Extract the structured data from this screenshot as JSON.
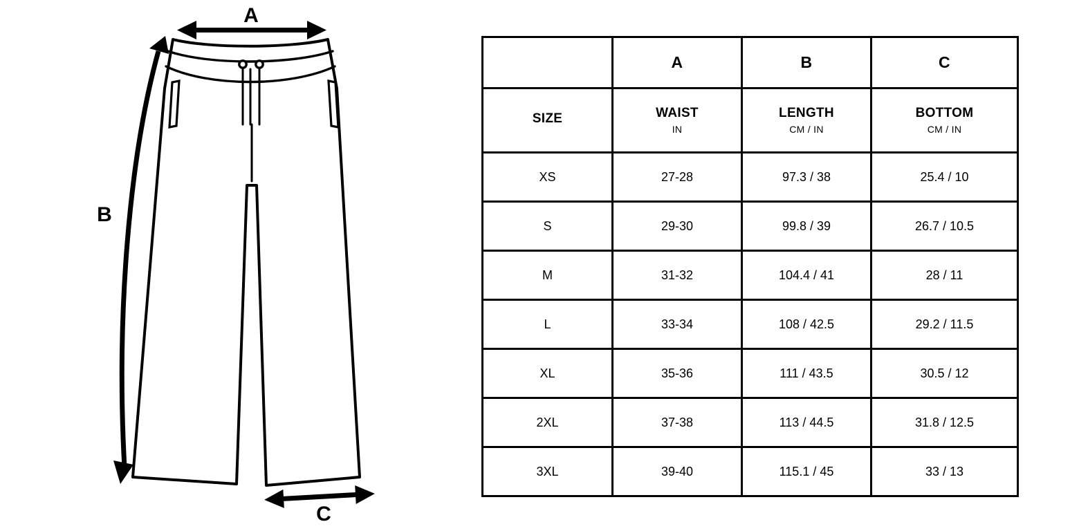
{
  "illustration": {
    "title": "wide-leg-sweatpants-technical-drawing",
    "measure_labels": {
      "a": "A",
      "b": "B",
      "c": "C"
    },
    "colors": {
      "stroke": "#000000",
      "fill": "#ffffff",
      "background": "#ffffff"
    }
  },
  "table": {
    "letter_row": [
      "",
      "A",
      "B",
      "C"
    ],
    "name_row": [
      {
        "main": "SIZE",
        "unit": ""
      },
      {
        "main": "WAIST",
        "unit": "IN"
      },
      {
        "main": "LENGTH",
        "unit": "CM / IN"
      },
      {
        "main": "BOTTOM",
        "unit": "CM / IN"
      }
    ],
    "rows": [
      {
        "size": "XS",
        "waist": "27-28",
        "length": "97.3 / 38",
        "bottom": "25.4 / 10"
      },
      {
        "size": "S",
        "waist": "29-30",
        "length": "99.8 / 39",
        "bottom": "26.7 / 10.5"
      },
      {
        "size": "M",
        "waist": "31-32",
        "length": "104.4 / 41",
        "bottom": "28 / 11"
      },
      {
        "size": "L",
        "waist": "33-34",
        "length": "108 / 42.5",
        "bottom": "29.2 / 11.5"
      },
      {
        "size": "XL",
        "waist": "35-36",
        "length": "111 / 43.5",
        "bottom": "30.5 / 12"
      },
      {
        "size": "2XL",
        "waist": "37-38",
        "length": "113 / 44.5",
        "bottom": "31.8 / 12.5"
      },
      {
        "size": "3XL",
        "waist": "39-40",
        "length": "115.1 / 45",
        "bottom": "33 / 13"
      }
    ]
  }
}
